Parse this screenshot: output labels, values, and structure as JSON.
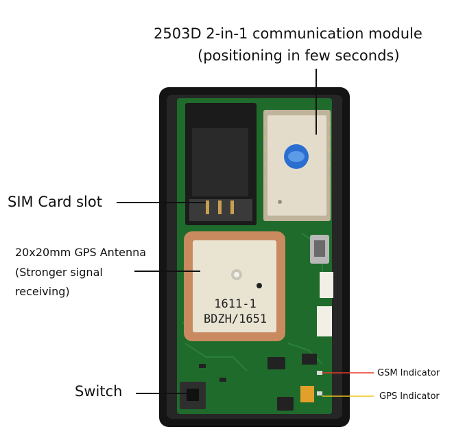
{
  "labels": {
    "module_line1": "2503D 2-in-1 communication module",
    "module_line2": "(positioning in few seconds)",
    "sim": "SIM Card slot",
    "gps_line1": "20x20mm GPS Antenna",
    "gps_line2": "(Stronger signal",
    "gps_line3": "receiving)",
    "switch": "Switch",
    "gsm_indicator": "GSM Indicator",
    "gps_indicator": "GPS Indicator"
  },
  "antenna_text": {
    "line1": "1611-1",
    "line2": "BDZH/1651"
  },
  "colors": {
    "housing": "#141414",
    "pcb": "#1f6b2c",
    "antenna_border": "#c98a60",
    "antenna_face": "#e9e3d2",
    "module_face": "#e4dccb",
    "gsm_line": "#e83a2c",
    "gps_line": "#f2c318",
    "callout_line": "#111111"
  }
}
